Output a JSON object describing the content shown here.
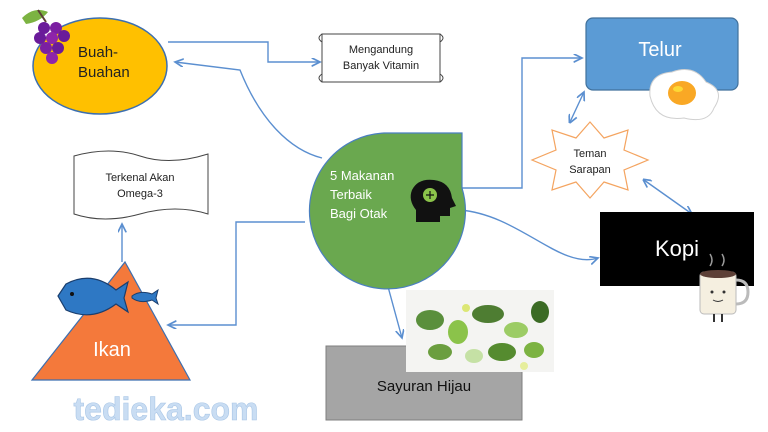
{
  "central": {
    "line1": "5 Makanan",
    "line2": "Terbaik",
    "line3": "Bagi Otak",
    "icon": "brain-head-icon"
  },
  "nodes": {
    "buah": {
      "line1": "Buah-",
      "line2": "Buahan",
      "icon": "grapes-icon"
    },
    "telur": {
      "label": "Telur",
      "icon": "fried-egg-icon"
    },
    "kopi": {
      "label": "Kopi",
      "icon": "coffee-mug-icon"
    },
    "ikan": {
      "label": "Ikan",
      "icon": "fish-icon"
    },
    "sayuran": {
      "label": "Sayuran Hijau",
      "icon": "vegetables-photo"
    }
  },
  "notes": {
    "vitamin": {
      "line1": "Mengandung",
      "line2": "Banyak Vitamin"
    },
    "omega": {
      "line1": "Terkenal Akan",
      "line2": "Omega-3"
    },
    "sarapan": {
      "line1": "Teman",
      "line2": "Sarapan"
    }
  },
  "watermark": "tedieka.com",
  "colors": {
    "central": "#6aa84f",
    "buah": "#ffc000",
    "telur": "#5b9bd5",
    "kopi": "#000000",
    "ikan": "#f4793b",
    "sayuran": "#a5a5a5",
    "connector": "#5b8fd0"
  }
}
